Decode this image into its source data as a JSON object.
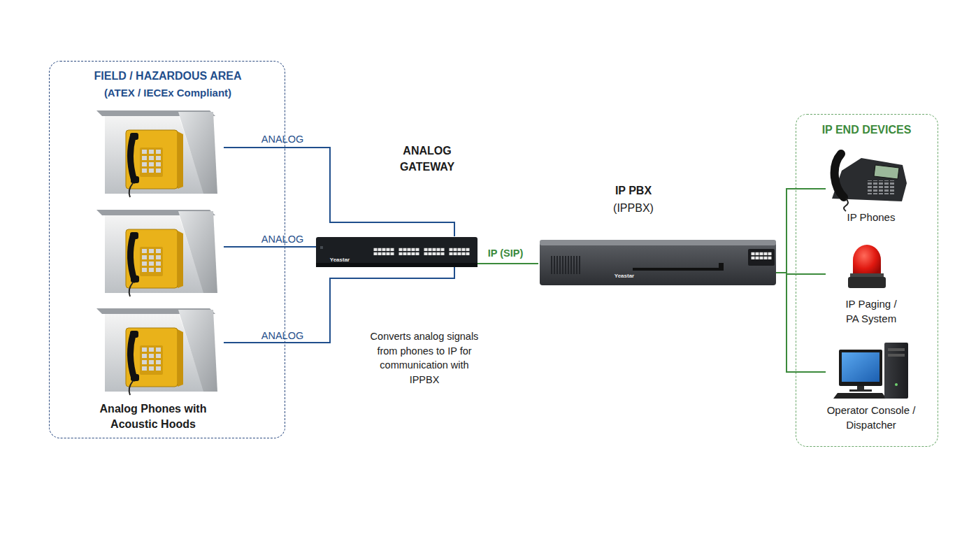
{
  "diagram": {
    "nodes": [
      {
        "text": [
          "FIELD / HAZARDOUS AREA",
          "(ATEX / IECEx Compliant)",
          "Analog Phones with Acoustic Hoods"
        ]
      },
      {
        "text": [
          "ANALOG GATEWAY",
          "Converts analog signals from phones to IP for communication with IPPBX"
        ]
      },
      {
        "text": [
          "IP PBX",
          "(IPPBX)"
        ]
      },
      {
        "text": [
          "IP END DEVICES"
        ]
      },
      {
        "text": [
          "IP Phones"
        ],
        "in": 3
      },
      {
        "text": [
          "IP Paging / PA System"
        ],
        "in": 3
      },
      {
        "text": [
          "Operator Console / Dispatcher"
        ],
        "in": 3
      }
    ],
    "edges": [
      {
        "from": 0,
        "to": 1,
        "arrow": "none",
        "label": "ANALOG"
      },
      {
        "from": 0,
        "to": 1,
        "arrow": "none",
        "label": "ANALOG"
      },
      {
        "from": 0,
        "to": 1,
        "arrow": "none",
        "label": "ANALOG"
      },
      {
        "from": 1,
        "to": 2,
        "arrow": "none",
        "label": "IP (SIP)"
      },
      {
        "from": 2,
        "to": 4,
        "arrow": "none"
      },
      {
        "from": 2,
        "to": 5,
        "arrow": "none"
      },
      {
        "from": 2,
        "to": 6,
        "arrow": "none"
      }
    ],
    "labels": [
      "Yeastar",
      "Yeastar"
    ]
  }
}
